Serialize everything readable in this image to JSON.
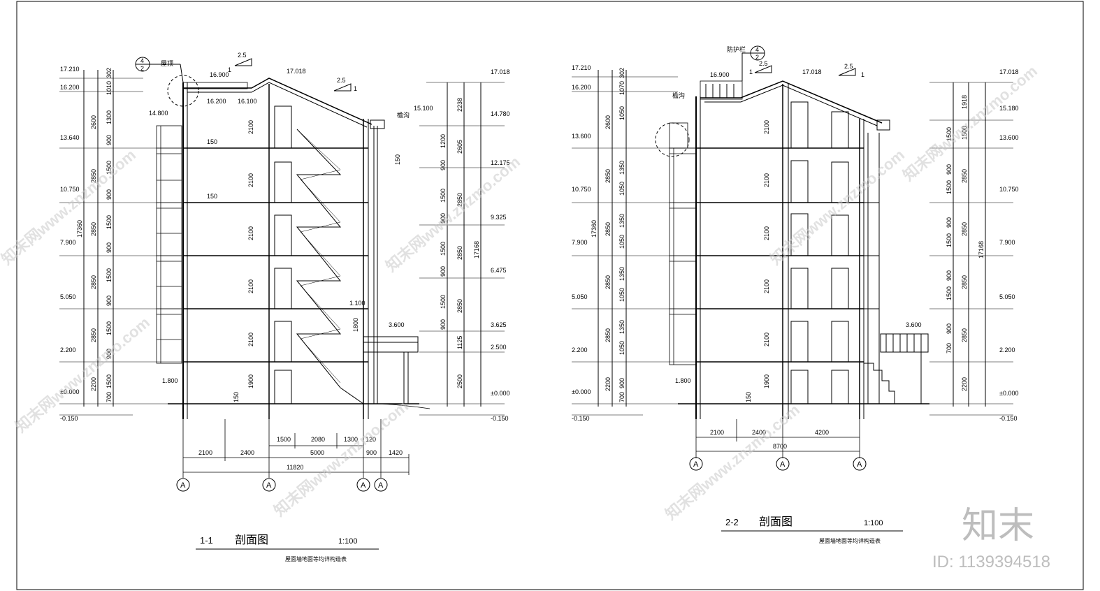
{
  "sections": [
    {
      "id": "1-1",
      "number": "1-1",
      "name": "剖面图",
      "scale": "1:100",
      "note": "屋面墙地面等均详构造表",
      "level_marks_left": [
        "17.210",
        "16.200",
        "14.800",
        "13.640",
        "10.750",
        "7.900",
        "5.050",
        "2.200",
        "±0.000",
        "-0.150"
      ],
      "dims_left_outer": [
        "17360"
      ],
      "dims_left_mid": [
        "2600",
        "2850",
        "2850",
        "2850",
        "2850",
        "2200"
      ],
      "dims_left_inner": [
        "302",
        "1010",
        "1300",
        "900",
        "1500",
        "900",
        "1500",
        "900",
        "1500",
        "900",
        "1500",
        "900",
        "1500",
        "700"
      ],
      "level_marks_right": [
        "17.018",
        "14.780",
        "12.175",
        "9.325",
        "6.475",
        "3.625",
        "2.500",
        "±0.000",
        "-0.150"
      ],
      "dims_right_outer": [
        "17168"
      ],
      "dims_right_mid": [
        "2238",
        "2605",
        "2850",
        "2850",
        "2850",
        "1125",
        "2500"
      ],
      "dims_right_inner": [
        "1200",
        "900",
        "1500",
        "900",
        "1500",
        "900",
        "1500",
        "900"
      ],
      "top_labels": [
        "16.900",
        "17.018",
        "16.200",
        "16.100",
        "15.100",
        "2.5",
        "2.5",
        "1",
        "1"
      ],
      "floor_dims": [
        "2100",
        "2100",
        "2100",
        "2100",
        "2100",
        "1900"
      ],
      "misc_labels": [
        "1.100",
        "1800",
        "3.600",
        "1.800",
        "150",
        "150",
        "150",
        "150",
        "檐沟",
        "屋顶"
      ],
      "stair_dims": [
        "1500",
        "2080",
        "1300",
        "120"
      ],
      "bottom_dims": [
        "2100",
        "2400",
        "5000",
        "900",
        "1420"
      ],
      "overall_dim": "11820",
      "axes": [
        "A",
        "A",
        "A",
        "A"
      ],
      "callout": [
        "4",
        "2"
      ]
    },
    {
      "id": "2-2",
      "number": "2-2",
      "name": "剖面图",
      "scale": "1:100",
      "note": "屋面墙地面等均详构造表",
      "level_marks_left": [
        "17.210",
        "16.200",
        "13.600",
        "10.750",
        "7.900",
        "5.050",
        "2.200",
        "±0.000",
        "-0.150"
      ],
      "dims_left_outer": [
        "17360"
      ],
      "dims_left_mid": [
        "2600",
        "2850",
        "2850",
        "2850",
        "2850",
        "2200"
      ],
      "dims_left_inner": [
        "302",
        "1070",
        "1050",
        "1350",
        "1050",
        "1350",
        "1050",
        "1350",
        "1050",
        "1350",
        "1050",
        "900",
        "700"
      ],
      "level_marks_right": [
        "17.018",
        "15.180",
        "13.600",
        "10.750",
        "7.900",
        "5.050",
        "2.200",
        "±0.000",
        "-0.150"
      ],
      "dims_right_outer": [
        "17168"
      ],
      "dims_right_mid": [
        "1918",
        "1500",
        "2850",
        "2850",
        "2850",
        "2850",
        "2200"
      ],
      "dims_right_inner": [
        "1500",
        "900",
        "1500",
        "900",
        "1500",
        "900",
        "1500",
        "900",
        "700"
      ],
      "top_labels": [
        "16.900",
        "17.018",
        "2.5",
        "2.5",
        "1",
        "1"
      ],
      "floor_dims": [
        "2100",
        "2100",
        "2100",
        "2100",
        "2100",
        "1900"
      ],
      "misc_labels": [
        "3.600",
        "1.800",
        "150",
        "檐沟",
        "防护栏"
      ],
      "bottom_dims": [
        "2100",
        "2400",
        "4200"
      ],
      "overall_dim": "8700",
      "axes": [
        "A",
        "A",
        "A"
      ],
      "callout": [
        "4",
        "2"
      ]
    }
  ],
  "watermark": {
    "text": "知末网www.znzmo.com",
    "brand_logo": "知末",
    "id_text": "ID: 1139394518"
  },
  "colors": {
    "line": "#000000",
    "watermark": "#c9c9c9",
    "background": "#ffffff"
  }
}
